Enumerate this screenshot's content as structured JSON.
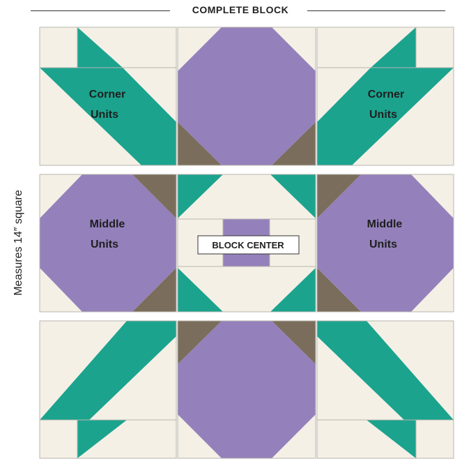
{
  "header": {
    "title": "COMPLETE BLOCK"
  },
  "side_label": "Measures 14″ square",
  "labels": {
    "corner_units_line1": "Corner",
    "corner_units_line2": "Units",
    "middle_units_line1": "Middle",
    "middle_units_line2": "Units",
    "block_center": "BLOCK CENTER"
  },
  "colors": {
    "background_fabric": "#f4f0e6",
    "teal": "#1ba38e",
    "purple": "#9481bb",
    "brown": "#7b6d5c",
    "seam": "#b9b6ad"
  }
}
